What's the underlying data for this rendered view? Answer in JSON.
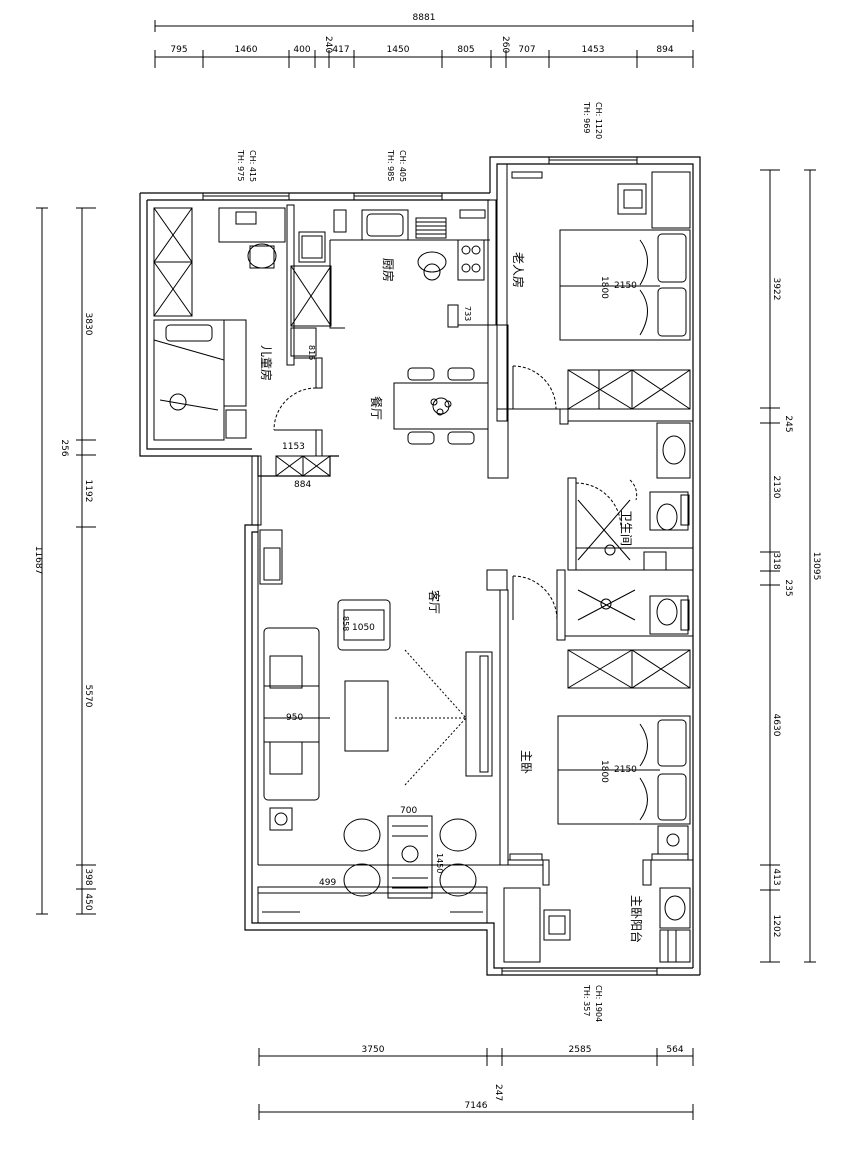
{
  "top_dims": {
    "total": "8881",
    "segments": [
      "795",
      "1460",
      "400",
      "417",
      "1450",
      "805",
      "707",
      "1453",
      "894"
    ],
    "small_a": "240",
    "small_b": "260"
  },
  "bottom_dims": {
    "segments": [
      "3750",
      "2585",
      "564"
    ],
    "small": "247",
    "total": "7146"
  },
  "left_dims": {
    "total": "11687",
    "segments": [
      "3830",
      "256",
      "1192",
      "5570",
      "398",
      "450"
    ]
  },
  "right_dims": {
    "total": "13095",
    "segments": [
      "3922",
      "245",
      "2130",
      "318",
      "235",
      "4630",
      "413",
      "1202"
    ]
  },
  "rooms": {
    "kids_room": "儿童房",
    "kitchen": "厨房",
    "dining": "餐厅",
    "elder_room": "老人房",
    "bathroom": "卫生间",
    "living": "客厅",
    "master": "主卧",
    "master_balcony": "主卧阳台"
  },
  "windows": {
    "w1_ch": "CH: 415",
    "w1_th": "TH: 975",
    "w2_ch": "CH: 405",
    "w2_th": "TH: 985",
    "w3_ch": "CH: 1120",
    "w3_th": "TH: 969",
    "w4_ch": "CH: 1904",
    "w4_th": "TH: 357"
  },
  "interior_dims": {
    "d733": "733",
    "d816": "816",
    "d1153": "1153",
    "d884": "884",
    "bed1_w": "1800",
    "bed1_l": "2150",
    "bed2_w": "1800",
    "bed2_l": "2150",
    "chair_w": "1050",
    "chair_d": "858",
    "sofa_gap": "950",
    "table_w": "700",
    "d499": "499",
    "d1450": "1450"
  }
}
